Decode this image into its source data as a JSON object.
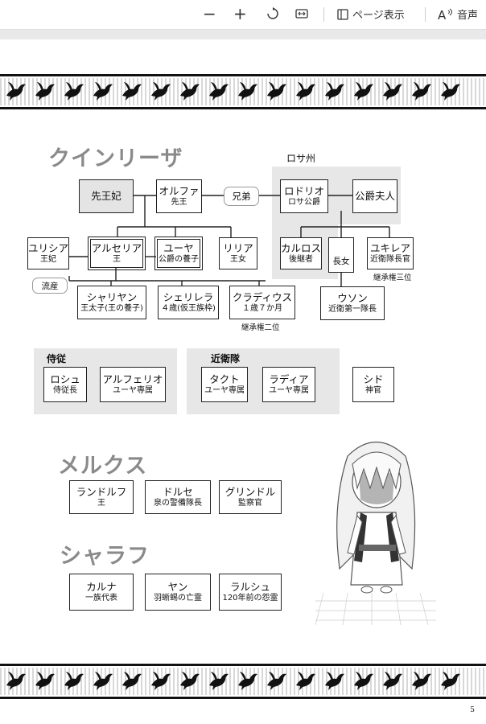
{
  "toolbar": {
    "zoom_out": "−",
    "zoom_in": "+",
    "page_view_label": "ページ表示",
    "read_aloud_label": "音声"
  },
  "page_number": "5",
  "sections": {
    "quinriza": "クインリーザ",
    "melkus": "メルクス",
    "sharaf": "シャラフ"
  },
  "groups": {
    "rosa": "ロサ州",
    "jiju": "侍従",
    "konoe": "近衛隊"
  },
  "people": {
    "senouhi": {
      "name": "先王妃"
    },
    "olfa": {
      "name": "オルファ",
      "sub": "先王"
    },
    "rodorio": {
      "name": "ロドリオ",
      "sub": "ロサ公爵"
    },
    "koushaku_fujin": {
      "name": "公爵夫人"
    },
    "yurishia": {
      "name": "ユリシア",
      "sub": "王妃"
    },
    "arseria": {
      "name": "アルセリア",
      "sub": "王"
    },
    "yuya": {
      "name": "ユーヤ",
      "sub": "公爵の養子"
    },
    "riria": {
      "name": "リリア",
      "sub": "王女"
    },
    "karuros": {
      "name": "カルロス",
      "sub": "後継者"
    },
    "choujo": {
      "name": "",
      "sub": "長女"
    },
    "yukirea": {
      "name": "ユキレア",
      "sub": "近衛隊長官"
    },
    "shariyan": {
      "name": "シャリヤン",
      "sub": "王太子(王の養子)"
    },
    "shererira": {
      "name": "シェリレラ",
      "sub": "４歳(仮王族枠)"
    },
    "kuradius": {
      "name": "クラディウス",
      "sub": "１歳７か月"
    },
    "uson": {
      "name": "ウソン",
      "sub": "近衛第一隊長"
    },
    "roshu": {
      "name": "ロシュ",
      "sub": "侍従長"
    },
    "alferio": {
      "name": "アルフェリオ",
      "sub": "ユーヤ専属"
    },
    "takuto": {
      "name": "タクト",
      "sub": "ユーヤ専属"
    },
    "radia": {
      "name": "ラディア",
      "sub": "ユーヤ専属"
    },
    "shido": {
      "name": "シド",
      "sub": "神官"
    },
    "randolf": {
      "name": "ランドルフ",
      "sub": "王"
    },
    "dorse": {
      "name": "ドルセ",
      "sub": "泉の警備隊長"
    },
    "grindle": {
      "name": "グリンドル",
      "sub": "監察官"
    },
    "karuna": {
      "name": "カルナ",
      "sub": "一族代表"
    },
    "yan": {
      "name": "ヤン",
      "sub": "羽蜥蜴の亡霊"
    },
    "rarushu": {
      "name": "ラルシュ",
      "sub": "120年前の怨霊"
    }
  },
  "labels": {
    "kyoudai": "兄弟",
    "ryuuzan": "流産",
    "keishou2": "継承権二位",
    "keishou3": "継承権三位"
  }
}
